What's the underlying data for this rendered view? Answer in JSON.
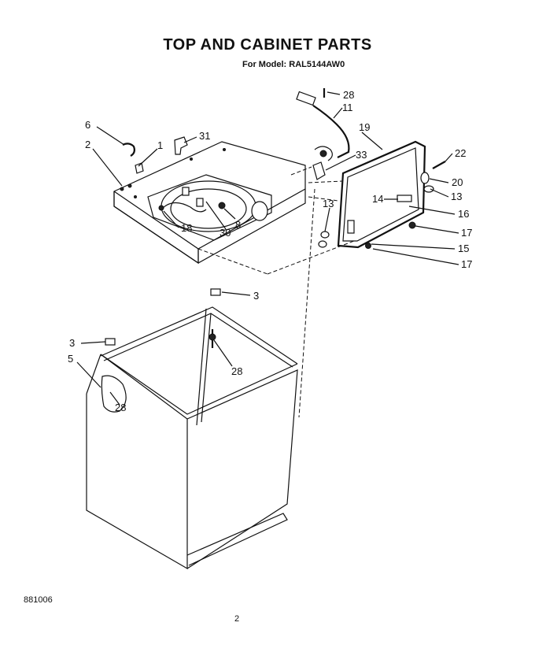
{
  "header": {
    "title": "TOP AND CABINET PARTS",
    "subtitle": "For Model: RAL5144AW0"
  },
  "footer": {
    "code": "881006",
    "page": "2"
  },
  "callouts": {
    "c28a": "28",
    "c11": "11",
    "c19": "19",
    "c22": "22",
    "c33": "33",
    "c6": "6",
    "c31": "31",
    "c1": "1",
    "c2": "2",
    "c20": "20",
    "c13a": "13",
    "c14": "14",
    "c13b": "13",
    "c16": "16",
    "c17a": "17",
    "c15": "15",
    "c17b": "17",
    "c18": "18",
    "c30": "30",
    "c8": "8",
    "c3a": "3",
    "c3b": "3",
    "c5": "5",
    "c28b": "28",
    "c28c": "28"
  }
}
